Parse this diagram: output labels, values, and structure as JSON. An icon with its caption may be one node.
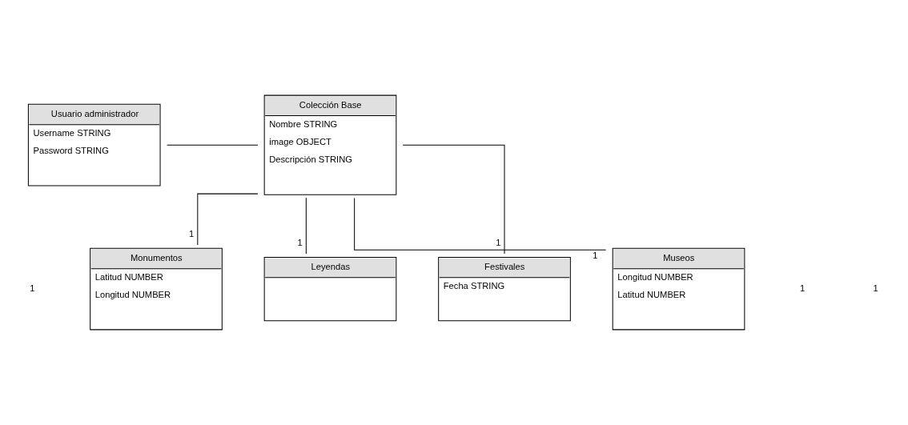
{
  "diagram": {
    "nodes": [
      {
        "text": [
          "Usuario administrador",
          "Username STRING",
          "Password STRING"
        ]
      },
      {
        "text": [
          "Colección Base",
          "Nombre STRING",
          "image OBJECT",
          "Descripción STRING"
        ]
      },
      {
        "text": [
          "Monumentos",
          "Latitud NUMBER",
          "Longitud NUMBER"
        ]
      },
      {
        "text": [
          "Leyendas"
        ]
      },
      {
        "text": [
          "Festivales",
          "Fecha STRING"
        ]
      },
      {
        "text": [
          "Museos",
          "Longitud NUMBER",
          "Latitud NUMBER"
        ]
      }
    ],
    "edges": [
      {
        "from": 0,
        "to": 1,
        "arrow": "none"
      },
      {
        "from": 1,
        "to": 2,
        "arrow": "none",
        "label": "1"
      },
      {
        "from": 1,
        "to": 3,
        "arrow": "none",
        "label": "1"
      },
      {
        "from": 1,
        "to": 4,
        "arrow": "none",
        "label": "1"
      },
      {
        "from": 1,
        "to": 5,
        "arrow": "none",
        "label": "1"
      }
    ],
    "labels": [
      "1",
      "1",
      "1"
    ]
  }
}
